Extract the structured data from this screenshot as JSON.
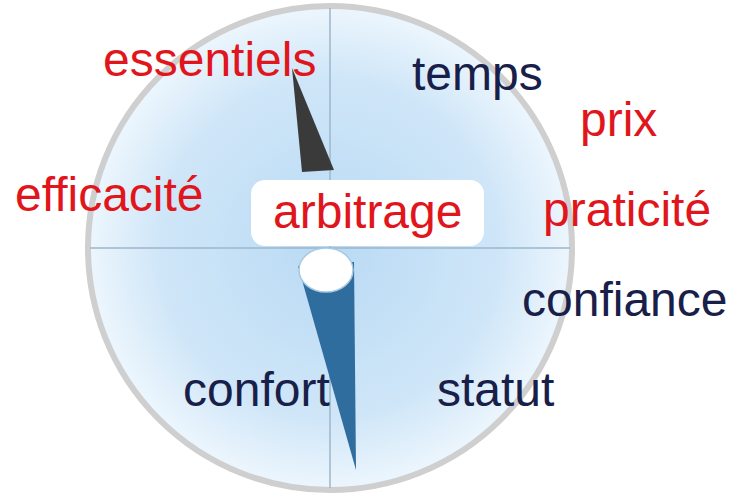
{
  "diagram": {
    "nodes": [
      {
        "text": [
          "arbitrage"
        ]
      }
    ],
    "labels": [
      "essentiels",
      "temps",
      "prix",
      "efficacité",
      "praticité",
      "confiance",
      "confort",
      "statut"
    ]
  }
}
